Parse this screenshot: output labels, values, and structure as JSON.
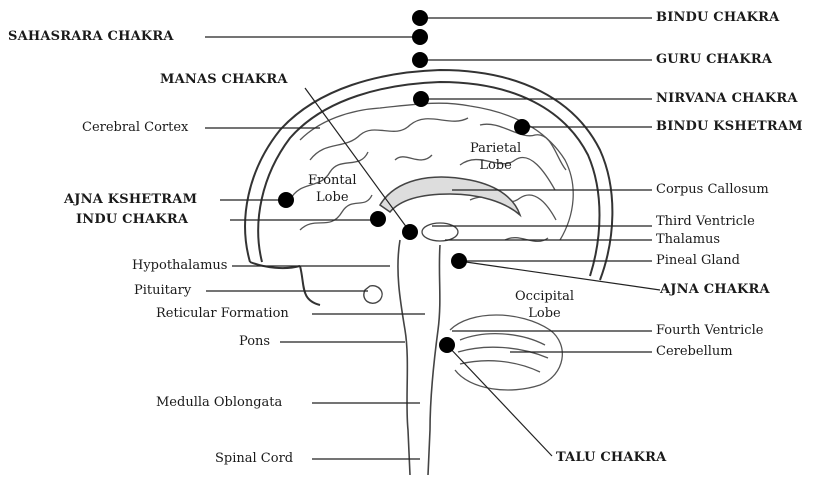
{
  "left_labels": [
    {
      "id": "sahasrara",
      "text": "SAHASRARA CHAKRA",
      "caps": true
    },
    {
      "id": "manas",
      "text": "MANAS CHAKRA",
      "caps": true
    },
    {
      "id": "cerebral-cortex",
      "text": "Cerebral Cortex",
      "caps": false
    },
    {
      "id": "ajna-kshetram",
      "text": "AJNA KSHETRAM",
      "caps": true
    },
    {
      "id": "indu",
      "text": "INDU CHAKRA",
      "caps": true
    },
    {
      "id": "hypothalamus",
      "text": "Hypothalamus",
      "caps": false
    },
    {
      "id": "pituitary",
      "text": "Pituitary",
      "caps": false
    },
    {
      "id": "reticular-formation",
      "text": "Reticular Formation",
      "caps": false
    },
    {
      "id": "pons",
      "text": "Pons",
      "caps": false
    },
    {
      "id": "medulla-oblongata",
      "text": "Medulla Oblongata",
      "caps": false
    },
    {
      "id": "spinal-cord",
      "text": "Spinal Cord",
      "caps": false
    }
  ],
  "right_labels": [
    {
      "id": "bindu",
      "text": "BINDU CHAKRA",
      "caps": true
    },
    {
      "id": "guru",
      "text": "GURU CHAKRA",
      "caps": true
    },
    {
      "id": "nirvana",
      "text": "NIRVANA CHAKRA",
      "caps": true
    },
    {
      "id": "bindu-kshetram",
      "text": "BINDU KSHETRAM",
      "caps": true
    },
    {
      "id": "corpus-callosum",
      "text": "Corpus Callosum",
      "caps": false
    },
    {
      "id": "third-ventricle",
      "text": "Third Ventricle",
      "caps": false
    },
    {
      "id": "thalamus",
      "text": "Thalamus",
      "caps": false
    },
    {
      "id": "pineal-gland",
      "text": "Pineal Gland",
      "caps": false
    },
    {
      "id": "ajna",
      "text": "AJNA CHAKRA",
      "caps": true
    },
    {
      "id": "fourth-ventricle",
      "text": "Fourth Ventricle",
      "caps": false
    },
    {
      "id": "cerebellum",
      "text": "Cerebellum",
      "caps": false
    },
    {
      "id": "talu",
      "text": "TALU CHAKRA",
      "caps": true
    }
  ],
  "regions": [
    {
      "id": "frontal",
      "text": "Frontal\nLobe"
    },
    {
      "id": "parietal",
      "text": "Parietal\nLobe"
    },
    {
      "id": "occipital",
      "text": "Occipital\nLobe"
    }
  ],
  "colors": {
    "ink": "#1a1a1a",
    "dot": "#000000",
    "line": "#222222"
  }
}
